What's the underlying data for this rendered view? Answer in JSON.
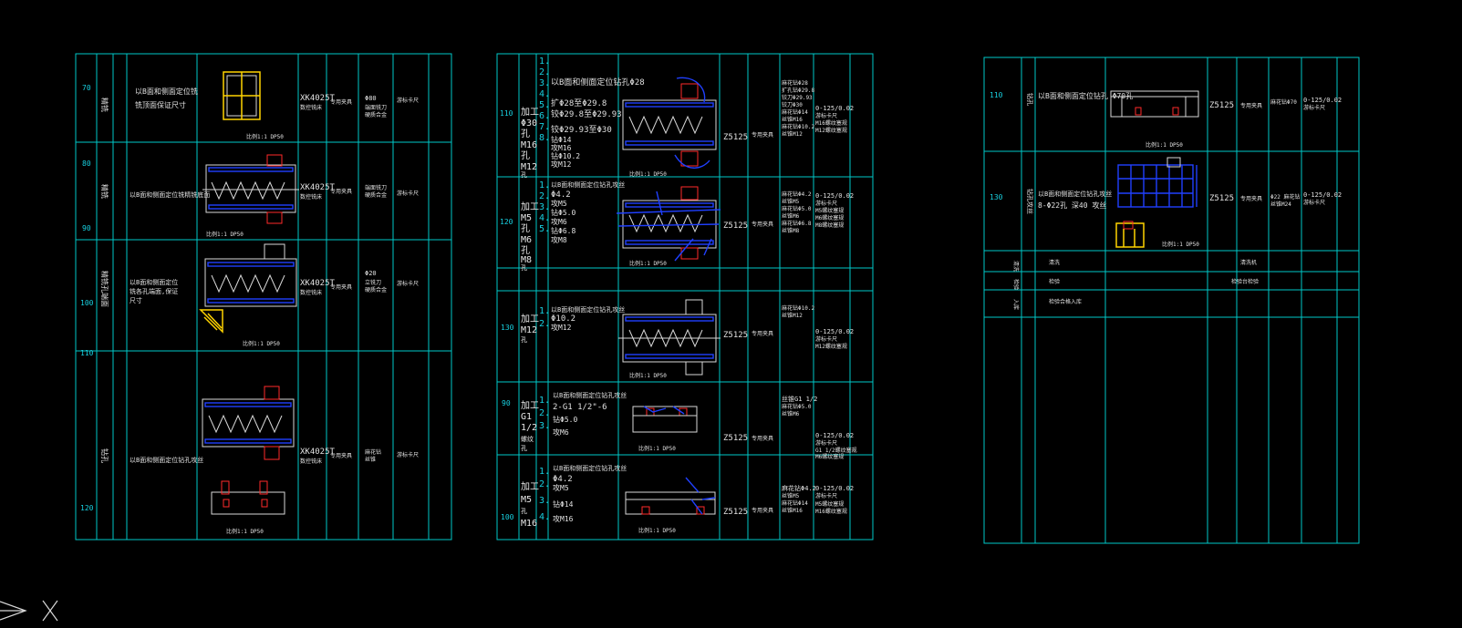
{
  "colors": {
    "background": "#000000",
    "grid": "#00c8c8",
    "text": "#e0e0e0",
    "number": "#18d0e0",
    "dim_blue": "#2040ff",
    "dim_red": "#ff2a2a",
    "hatch": "#ffd400"
  },
  "sheet1": {
    "op_numbers": [
      "70",
      "80",
      "90",
      "100",
      "110",
      "120"
    ],
    "cells": {
      "r1_proc": "精铣",
      "r1_desc": "以B面和侧面定位铣",
      "r1_desc2": "铣顶面保证尺寸",
      "r1_machine": "XK4025T",
      "r1_machine2": "数控铣床",
      "r1_fixture": "专用夹具",
      "r1_tool": "Φ80",
      "r1_tool2": "端面铣刀",
      "r1_tool3": "硬质合金",
      "r1_gauge": "游标卡尺",
      "r2_proc": "精铣",
      "r2_desc": "以B面和侧面定位铣精铣底面",
      "r2_machine": "XK4025T",
      "r2_machine2": "数控铣床",
      "r2_fixture": "专用夹具",
      "r2_tool": "端面铣刀",
      "r2_tool2": "硬质合金",
      "r2_gauge": "游标卡尺",
      "r3_proc": "精铣孔端面",
      "r3_desc": "以B面和侧面定位",
      "r3_desc2": "铣各孔端面,保证",
      "r3_desc3": "尺寸",
      "r3_machine": "XK4025T",
      "r3_machine2": "数控铣床",
      "r3_fixture": "专用夹具",
      "r3_tool": "Φ20",
      "r3_tool2": "立铣刀",
      "r3_tool3": "硬质合金",
      "r3_gauge": "游标卡尺",
      "r4_proc": "钻孔",
      "r4_desc": "以B面和侧面定位钻孔攻丝",
      "r4_machine": "XK4025T",
      "r4_machine2": "数控铣床",
      "r4_fixture": "专用夹具",
      "r4_tool": "麻花钻",
      "r4_tool2": "丝锥",
      "r4_gauge": "游标卡尺"
    },
    "scale_labels": [
      "比例1:1 DP50",
      "比例1:1 DP50",
      "比例1:1 DP50",
      "比例1:1 DP50"
    ]
  },
  "sheet2": {
    "op_numbers": [
      "110",
      "120",
      "130",
      "90",
      "100"
    ],
    "r1": {
      "proc": [
        "加工",
        "Φ30",
        "孔",
        "M16",
        "孔",
        "M12",
        "孔"
      ],
      "steps": [
        "1.",
        "2.",
        "3.",
        "4.",
        "5.",
        "6.",
        "7.",
        "8."
      ],
      "desc": "以B面和侧面定位钻孔Φ28",
      "d1": "扩Φ28至Φ29.8",
      "d2": "铰Φ29.8至Φ29.93",
      "d3": "铰Φ29.93至Φ30",
      "d4": "钻Φ14",
      "d5": "攻M16",
      "d6": "钻Φ10.2",
      "d7": "攻M12",
      "machine": "Z5125",
      "fixture": "专用夹具",
      "tools": [
        "麻花钻Φ28",
        "扩孔钻Φ29.8",
        "铰刀Φ29.93",
        "铰刀Φ30",
        "麻花钻Φ14",
        "丝锥M16",
        "麻花钻Φ10.2",
        "丝锥M12"
      ],
      "gauge": "0-125/0.02",
      "gauge2": "游标卡尺",
      "gauge3": "M16螺纹塞规",
      "gauge4": "M12螺纹塞规",
      "scale": "比例1:1 DP50"
    },
    "r2": {
      "proc": [
        "加工",
        "M5",
        "孔",
        "M6",
        "孔",
        "M8",
        "孔"
      ],
      "steps": [
        "1.",
        "2.",
        "3.",
        "4.",
        "5."
      ],
      "desc": "以B面和侧面定位钻孔攻丝",
      "d1": "Φ4.2",
      "d2": "攻M5",
      "d3": "钻Φ5.0",
      "d4": "攻M6",
      "d5": "钻Φ6.8",
      "d6": "攻M8",
      "machine": "Z5125",
      "fixture": "专用夹具",
      "tools": [
        "麻花钻Φ4.2",
        "丝锥M5",
        "麻花钻Φ5.0",
        "丝锥M6",
        "麻花钻Φ6.8",
        "丝锥M8"
      ],
      "gauge": "0-125/0.02",
      "gauge2": "游标卡尺",
      "gauge3": "M5螺纹塞规",
      "gauge4": "M6螺纹塞规",
      "gauge5": "M8螺纹塞规",
      "scale": "比例1:1 DP50"
    },
    "r3": {
      "proc": [
        "加工",
        "M12",
        "孔"
      ],
      "steps": [
        "1.",
        "2."
      ],
      "desc": "以B面和侧面定位钻孔攻丝",
      "d1": "Φ10.2",
      "d2": "攻M12",
      "machine": "Z5125",
      "fixture": "专用夹具",
      "tools": [
        "麻花钻Φ10.2",
        "丝锥M12"
      ],
      "gauge": "0-125/0.02",
      "gauge2": "游标卡尺",
      "gauge3": "M12螺纹塞规",
      "scale": "比例1:1 DP50"
    },
    "r4": {
      "proc": [
        "加工",
        "G1",
        "1/2",
        "螺纹",
        "孔"
      ],
      "steps": [
        "1.",
        "2.",
        "3."
      ],
      "desc": "以B面和侧面定位钻孔攻丝",
      "d1": "2-G1 1/2\"-6",
      "d2": "钻Φ5.0",
      "d3": "攻M6",
      "machine": "Z5125",
      "fixture": "专用夹具",
      "tools": [
        "丝锥G1 1/2",
        "麻花钻Φ5.0",
        "丝锥M6"
      ],
      "gauge": "0-125/0.02",
      "gauge2": "游标卡尺",
      "gauge3": "G1 1/2螺纹塞规",
      "gauge4": "M6螺纹塞规",
      "scale": "比例1:1 DP50"
    },
    "r5": {
      "proc": [
        "加工",
        "M5",
        "孔",
        "M16"
      ],
      "steps": [
        "1.",
        "2.",
        "3.",
        "4."
      ],
      "desc": "以B面和侧面定位钻孔攻丝",
      "d1": "Φ4.2",
      "d2": "攻M5",
      "d3": "钻Φ14",
      "d4": "攻M16",
      "machine": "Z5125",
      "fixture": "专用夹具",
      "tools": [
        "麻花钻Φ4.2",
        "丝锥M5",
        "麻花钻Φ14",
        "丝锥M16"
      ],
      "gauge": "0-125/0.02",
      "gauge2": "游标卡尺",
      "gauge3": "M5螺纹塞规",
      "gauge4": "M16螺纹塞规",
      "scale": "比例1:1 DP50"
    }
  },
  "sheet3": {
    "op_numbers": [
      "110",
      "130"
    ],
    "r1": {
      "proc": "钻孔",
      "desc": "以B面和侧面定位钻孔 Φ70孔",
      "machine": "Z5125",
      "fixture": "专用夹具",
      "tool": "麻花钻Φ70",
      "gauge": "0-125/0.02",
      "gauge2": "游标卡尺",
      "scale": "比例1:1 DP50"
    },
    "r2": {
      "proc": "钻孔攻丝",
      "desc": "以B面和侧面定位钻孔攻丝",
      "desc2": "8-Φ22孔 深40 攻丝",
      "machine": "Z5125",
      "fixture": "专用夹具",
      "tool": "Φ22 麻花钻",
      "tool2": "丝锥M24",
      "gauge": "0-125/0.02",
      "gauge2": "游标卡尺",
      "scale": "比例1:1 DP50"
    },
    "footer": {
      "f1": "清洗",
      "f1b": "清洗",
      "f1c": "清洗机",
      "f2": "检验",
      "f2b": "检验",
      "f2c": "检验台检验",
      "f3": "入库",
      "f3b": "检验合格入库"
    }
  },
  "ucs": {
    "icon": "ucs-arrow-icon",
    "x_icon": "ucs-x-icon"
  }
}
